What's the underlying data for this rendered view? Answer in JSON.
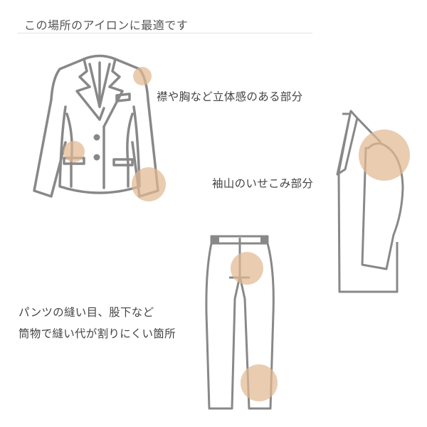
{
  "header": {
    "title": "この場所のアイロンに最適です"
  },
  "labels": {
    "jacket": "襟や胸など立体感のある部分",
    "sleeve": "袖山のいせこみ部分",
    "pants_line1": "パンツの縫い目、股下など",
    "pants_line2": "筒物で縫い代が割りにくい箇所"
  },
  "colors": {
    "outline": "#888888",
    "highlight": "#e8c4a0",
    "text": "#444444",
    "rule": "#e3e3e3"
  },
  "illustrations": [
    {
      "name": "jacket-front",
      "highlights": [
        "shoulder",
        "pocket-left",
        "cuff-right"
      ]
    },
    {
      "name": "sleeve-side",
      "highlights": [
        "sleeve-cap"
      ]
    },
    {
      "name": "pants-front",
      "highlights": [
        "crotch",
        "hem"
      ]
    }
  ]
}
